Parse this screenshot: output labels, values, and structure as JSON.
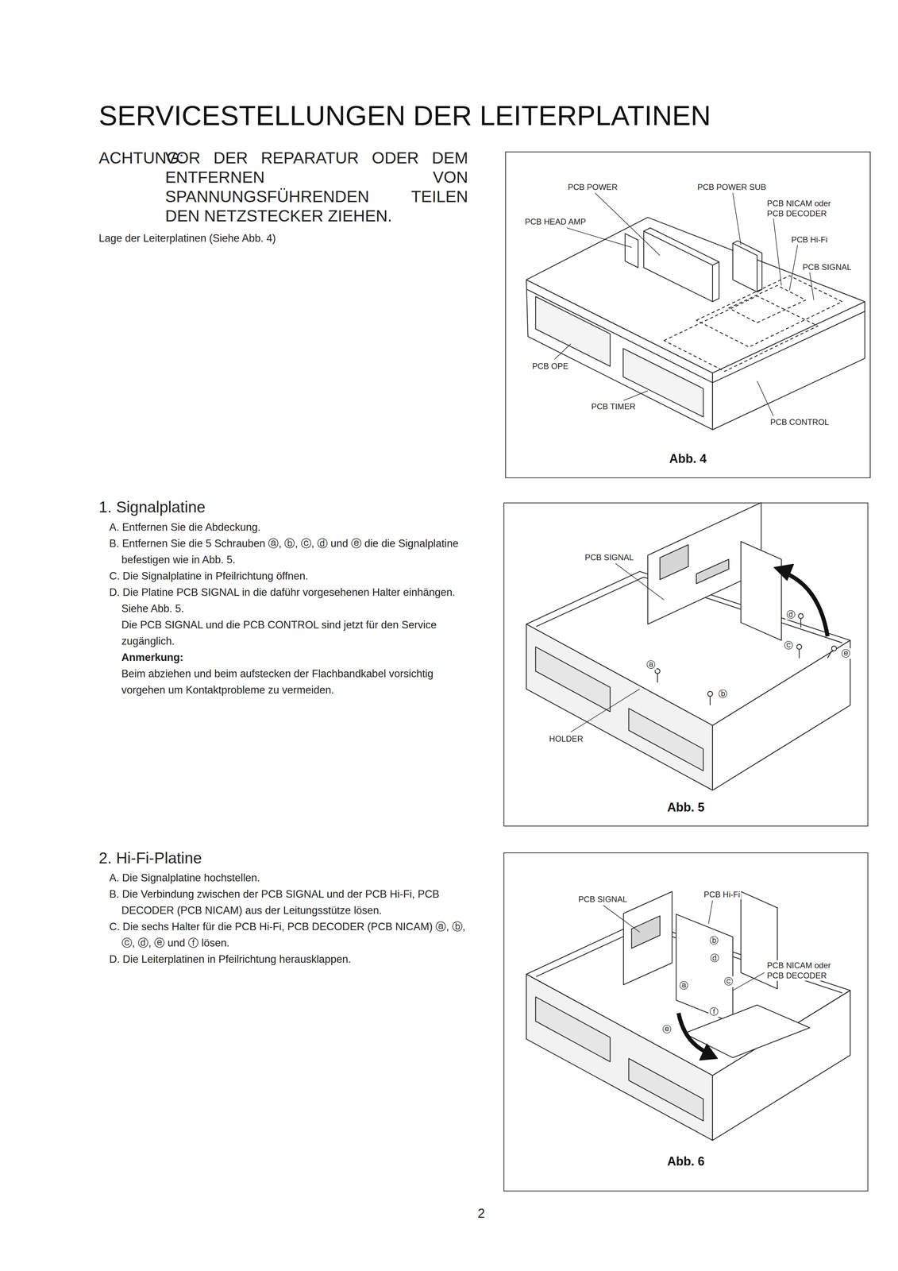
{
  "diagram": {
    "title": "SERVICESTELLUNGEN DER LEITERPLATINEN",
    "nodes": [
      {
        "text": [
          "Abb. 4"
        ]
      },
      {
        "text": [
          "Abb. 5"
        ]
      },
      {
        "text": [
          "Abb. 6"
        ]
      }
    ],
    "labels": [
      "ACHTUNG:",
      "VOR DER REPARATUR ODER DEM ENTFERNEN VON SPANNUNGSFÜHRENDEN TEILEN DEN NETZSTECKER ZIEHEN.",
      "Lage der Leiterplatinen (Siehe Abb. 4)",
      "PCB POWER",
      "PCB POWER SUB",
      "PCB NICAM oder PCB DECODER",
      "PCB HEAD AMP",
      "PCB Hi-Fi",
      "PCB SIGNAL",
      "PCB OPE",
      "PCB TIMER",
      "PCB CONTROL",
      "1. Signalplatine",
      "A. Entfernen Sie die Abdeckung.",
      "B. Entfernen Sie die 5 Schrauben ⓐ, ⓑ, ⓒ, ⓓ und ⓔ die die Signalplatine befestigen wie in Abb. 5.",
      "C. Die Signalplatine in Pfeilrichtung öffnen.",
      "D. Die Platine PCB SIGNAL in die daführ vorgesehenen Halter einhängen. Siehe Abb. 5.",
      "Die PCB SIGNAL und die PCB CONTROL sind jetzt für den Service zugänglich.",
      "Anmerkung:",
      "Beim abziehen und beim aufstecken der Flachbandkabel vorsichtig vorgehen um Kontaktprobleme zu vermeiden.",
      "PCB SIGNAL",
      "HOLDER",
      "ⓐ",
      "ⓑ",
      "ⓒ",
      "ⓓ",
      "ⓔ",
      "2. Hi-Fi-Platine",
      "A. Die Signalplatine hochstellen.",
      "B. Die Verbindung zwischen der PCB SIGNAL und der PCB Hi-Fi, PCB DECODER (PCB NICAM) aus der Leitungsstütze lösen.",
      "C. Die sechs Halter für die PCB Hi-Fi, PCB DECODER (PCB NICAM) ⓐ, ⓑ, ⓒ, ⓓ, ⓔ und ⓕ lösen.",
      "D. Die Leiterplatinen in Pfeilrichtung herausklappen.",
      "PCB SIGNAL",
      "PCB Hi-Fi",
      "PCB NICAM oder PCB DECODER",
      "ⓑ",
      "ⓐ",
      "ⓓ",
      "ⓒ",
      "ⓕ",
      "ⓔ",
      "2"
    ]
  }
}
